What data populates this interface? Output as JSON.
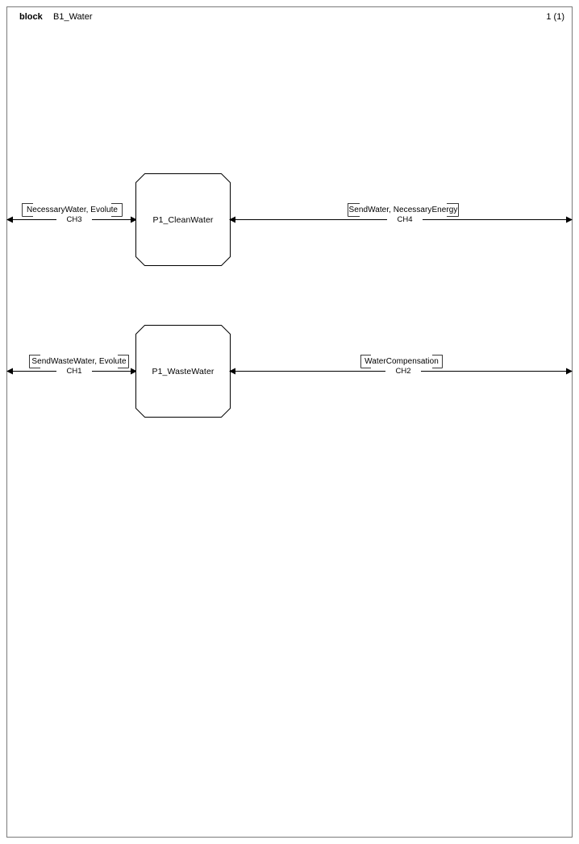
{
  "header": {
    "kind": "block",
    "name": "B1_Water",
    "page": "1 (1)"
  },
  "blocks": [
    {
      "id": "clean",
      "label": "P1_CleanWater"
    },
    {
      "id": "waste",
      "label": "P1_WasteWater"
    }
  ],
  "channels": [
    {
      "id": "ch3",
      "name": "CH3",
      "signals": "NecessaryWater, Evolute",
      "side": "left",
      "row": "clean"
    },
    {
      "id": "ch4",
      "name": "CH4",
      "signals": "SendWater, NecessaryEnergy",
      "side": "right",
      "row": "clean"
    },
    {
      "id": "ch1",
      "name": "CH1",
      "signals": "SendWasteWater, Evolute",
      "side": "left",
      "row": "waste"
    },
    {
      "id": "ch2",
      "name": "CH2",
      "signals": "WaterCompensation",
      "side": "right",
      "row": "waste"
    }
  ],
  "colors": {
    "frame": "#7a7a7a",
    "line": "#000000",
    "label_border": "#3a3a3a",
    "background": "#ffffff"
  }
}
